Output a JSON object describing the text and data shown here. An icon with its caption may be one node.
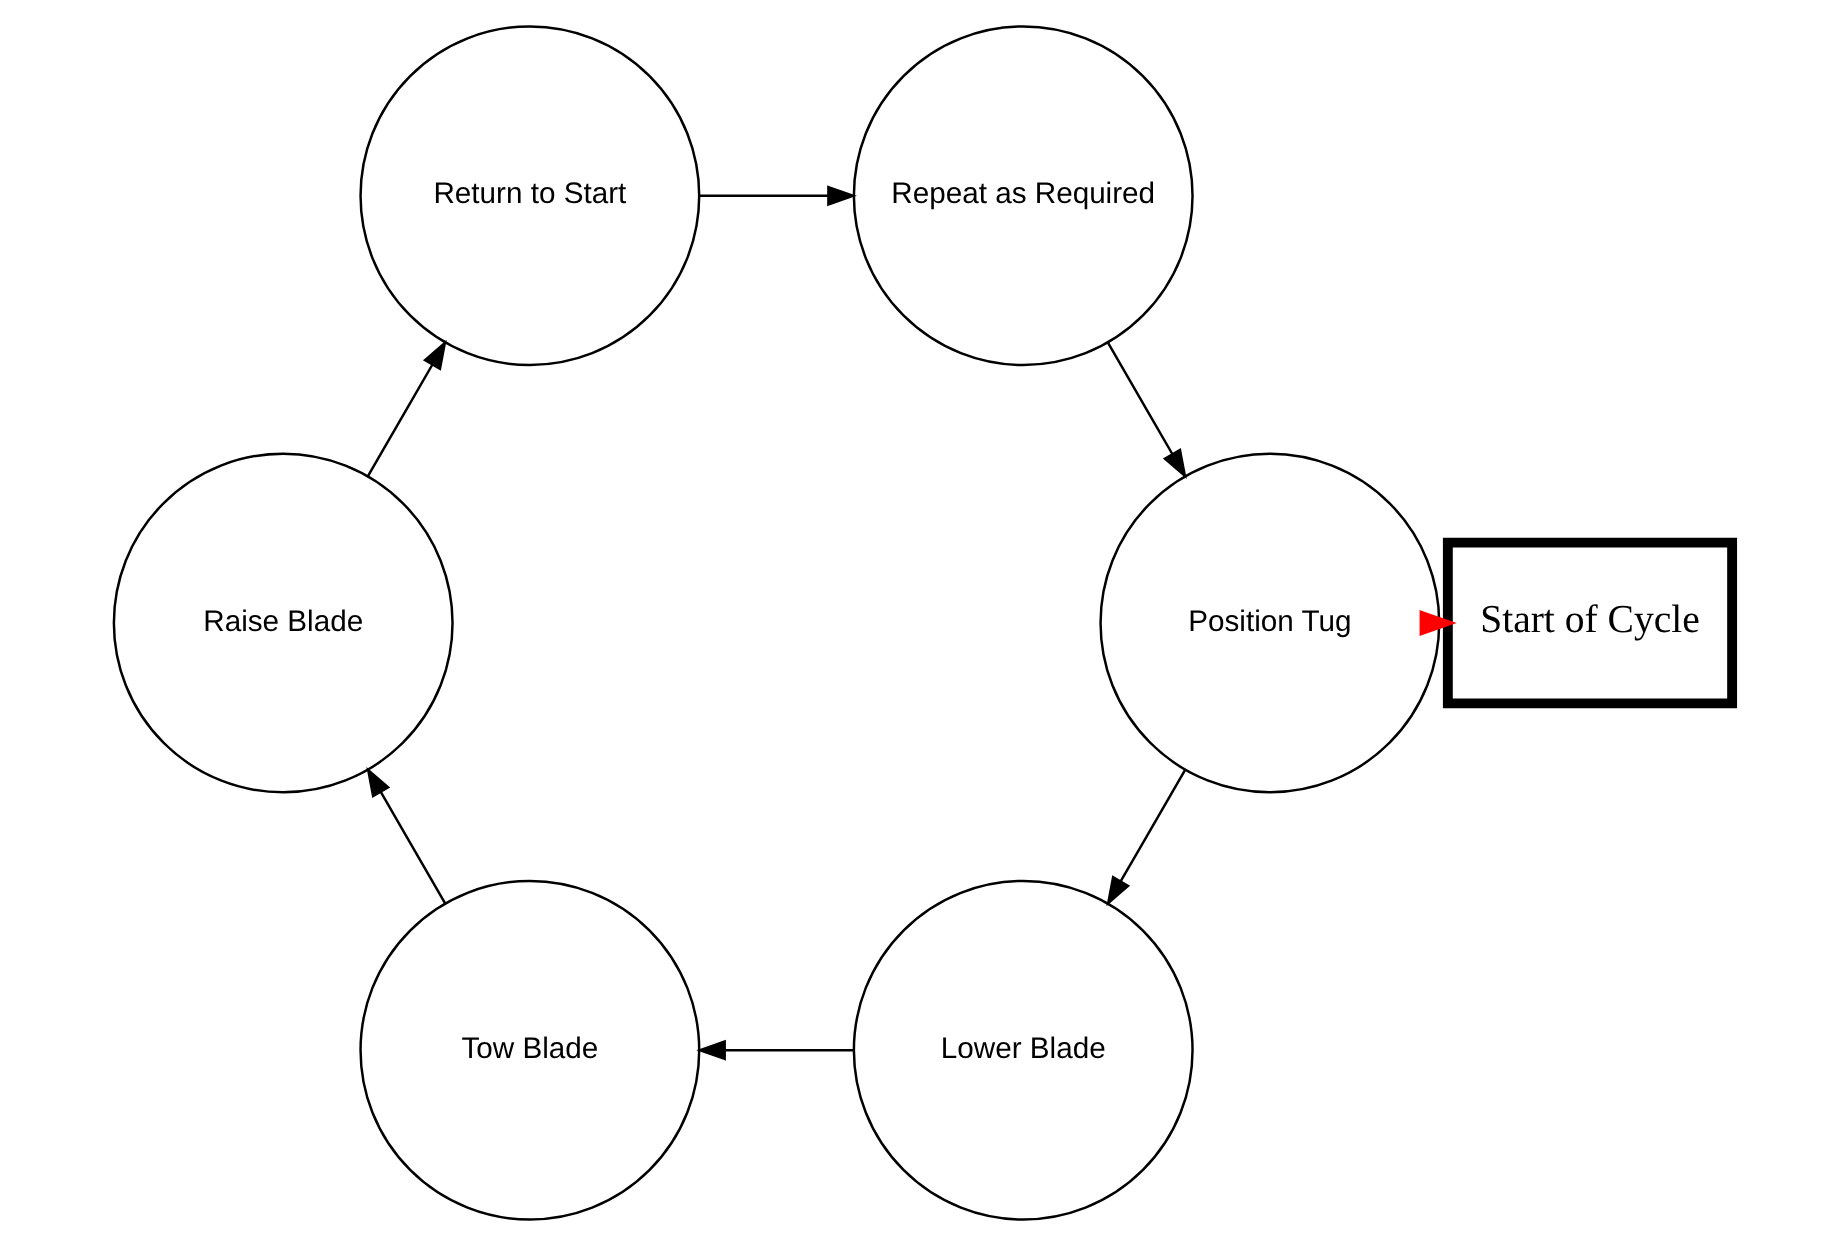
{
  "diagram": {
    "nodes": [
      {
        "text": [
          "Position Tug"
        ]
      },
      {
        "text": [
          "Lower Blade"
        ]
      },
      {
        "text": [
          "Tow Blade"
        ]
      },
      {
        "text": [
          "Raise Blade"
        ]
      },
      {
        "text": [
          "Return to Start"
        ]
      },
      {
        "text": [
          "Repeat as Required"
        ]
      },
      {
        "text": [
          "Start of Cycle"
        ]
      }
    ],
    "edges": [
      {
        "from": 0,
        "to": 1,
        "arrow": "to"
      },
      {
        "from": 1,
        "to": 2,
        "arrow": "to"
      },
      {
        "from": 2,
        "to": 3,
        "arrow": "to"
      },
      {
        "from": 3,
        "to": 4,
        "arrow": "to"
      },
      {
        "from": 4,
        "to": 5,
        "arrow": "to"
      },
      {
        "from": 5,
        "to": 0,
        "arrow": "to"
      },
      {
        "from": 0,
        "to": 6,
        "arrow": "to",
        "color": "#ff0000",
        "style": "thick"
      }
    ]
  }
}
